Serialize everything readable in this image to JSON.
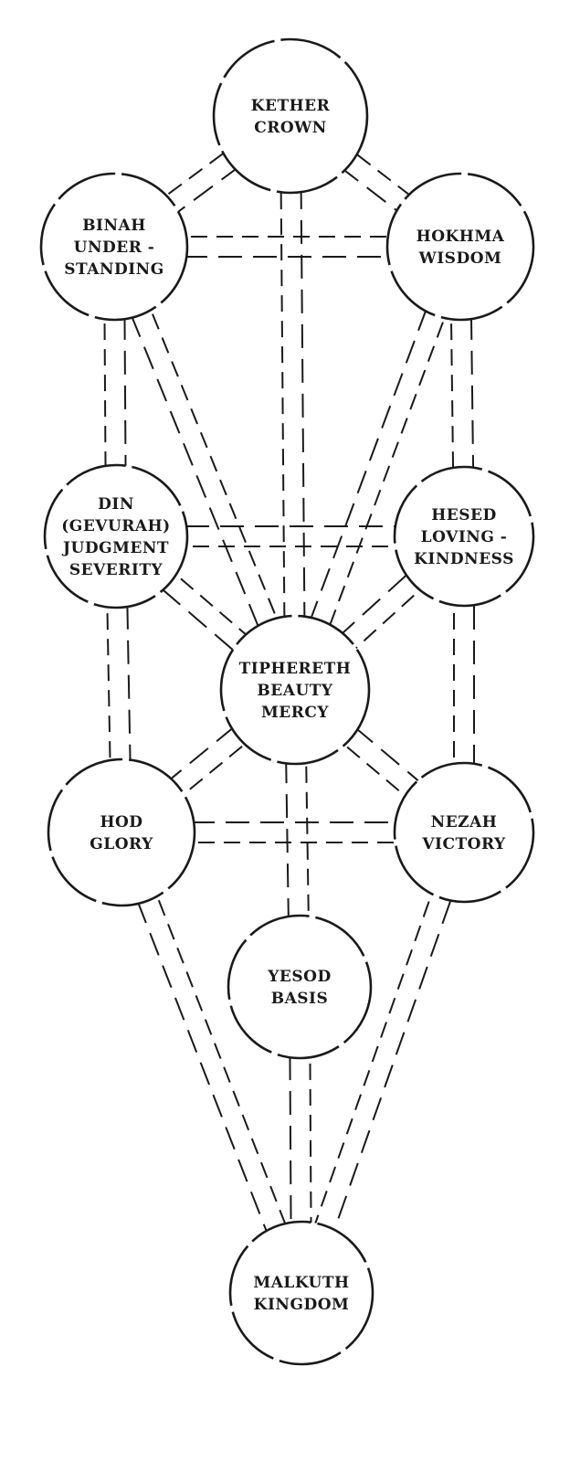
{
  "sefirot": [
    {
      "id": "kether",
      "lines": [
        "KETHER",
        "CROWN"
      ]
    },
    {
      "id": "binah",
      "lines": [
        "BINAH",
        "UNDER -",
        "STANDING"
      ]
    },
    {
      "id": "hokhma",
      "lines": [
        "HOKHMA",
        "WISDOM"
      ]
    },
    {
      "id": "din",
      "lines": [
        "DIN",
        "(GEVURAH)",
        "JUDGMENT",
        "SEVERITY"
      ]
    },
    {
      "id": "hesed",
      "lines": [
        "HESED",
        "LOVING -",
        "KINDNESS"
      ]
    },
    {
      "id": "tiphereth",
      "lines": [
        "TIPHERETH",
        "BEAUTY",
        "MERCY"
      ]
    },
    {
      "id": "hod",
      "lines": [
        "HOD",
        "GLORY"
      ]
    },
    {
      "id": "nezah",
      "lines": [
        "NEZAH",
        "VICTORY"
      ]
    },
    {
      "id": "yesod",
      "lines": [
        "YESOD",
        "BASIS"
      ]
    },
    {
      "id": "malkuth",
      "lines": [
        "MALKUTH",
        "KINGDOM"
      ]
    }
  ],
  "paths": [
    [
      "kether",
      "binah"
    ],
    [
      "kether",
      "hokhma"
    ],
    [
      "kether",
      "tiphereth"
    ],
    [
      "binah",
      "hokhma"
    ],
    [
      "binah",
      "din"
    ],
    [
      "binah",
      "tiphereth"
    ],
    [
      "hokhma",
      "hesed"
    ],
    [
      "hokhma",
      "tiphereth"
    ],
    [
      "din",
      "hesed"
    ],
    [
      "din",
      "tiphereth"
    ],
    [
      "din",
      "hod"
    ],
    [
      "hesed",
      "tiphereth"
    ],
    [
      "hesed",
      "nezah"
    ],
    [
      "tiphereth",
      "hod"
    ],
    [
      "tiphereth",
      "nezah"
    ],
    [
      "tiphereth",
      "yesod"
    ],
    [
      "hod",
      "nezah"
    ],
    [
      "hod",
      "malkuth"
    ],
    [
      "nezah",
      "malkuth"
    ],
    [
      "yesod",
      "malkuth"
    ]
  ]
}
